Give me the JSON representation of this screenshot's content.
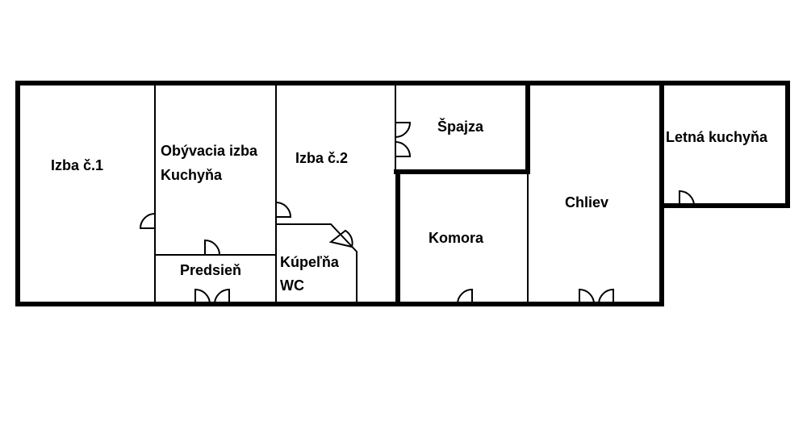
{
  "rooms": {
    "izba1": "Izba č.1",
    "obyvacia_line1": "Obývacia izba",
    "obyvacia_line2": "Kuchyňa",
    "izba2": "Izba č.2",
    "spajza": "Špajza",
    "letna_kuchyna": "Letná kuchyňa",
    "chliev": "Chliev",
    "komora": "Komora",
    "predsien": "Predsieň",
    "kupelna_line1": "Kúpeľňa",
    "kupelna_line2": "WC"
  },
  "colors": {
    "wall": "#000000",
    "background": "#ffffff"
  }
}
